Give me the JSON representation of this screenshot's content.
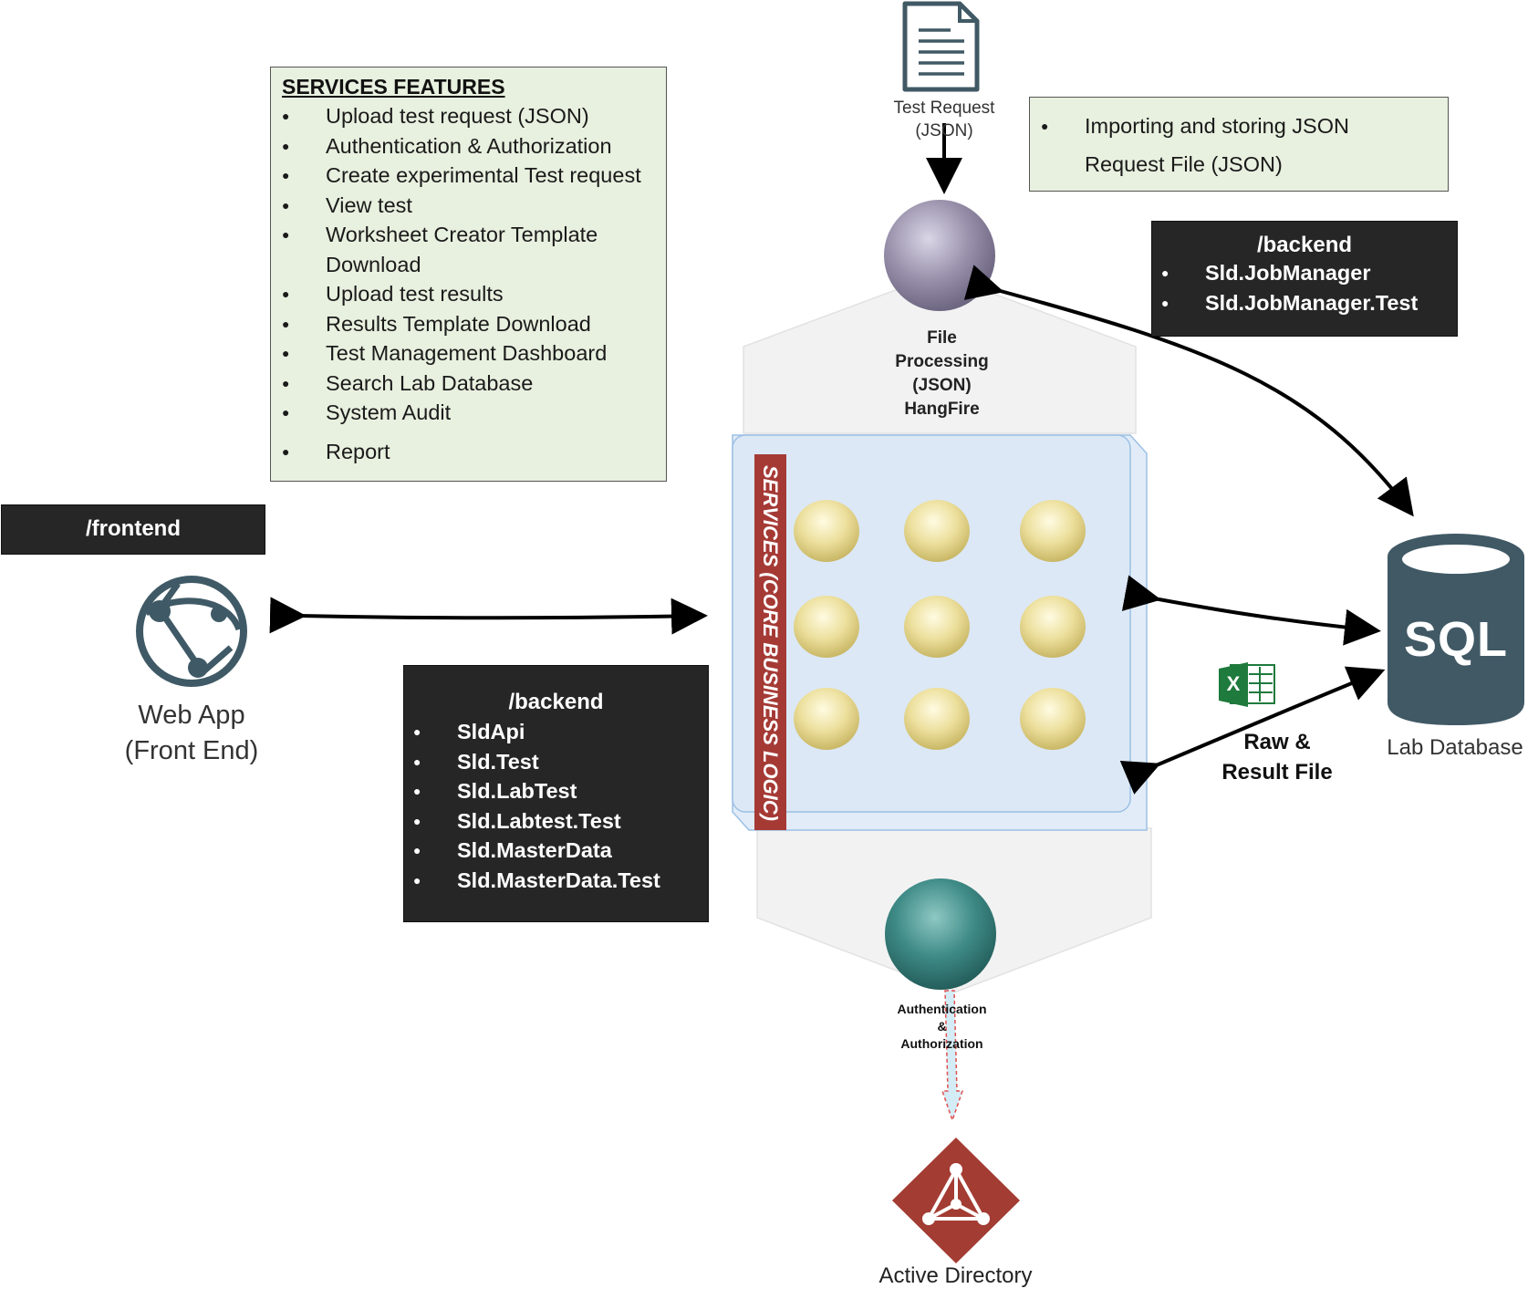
{
  "services_features": {
    "title": "SERVICES FEATURES",
    "items": [
      "Upload test request (JSON)",
      "Authentication & Authorization",
      "Create experimental Test request",
      "View test",
      "Worksheet Creator Template Download",
      "Upload test results",
      "Results Template Download",
      "Test Management Dashboard",
      "Search Lab Database",
      "System Audit",
      "Report"
    ]
  },
  "import_note": {
    "line1": "Importing and storing JSON",
    "line2": "Request File (JSON)"
  },
  "backend_jobmanager": {
    "heading": "/backend",
    "items": [
      "Sld.JobManager",
      "Sld.JobManager.Test"
    ]
  },
  "frontend": {
    "heading": "/frontend"
  },
  "backend_api": {
    "heading": "/backend",
    "items": [
      "SldApi",
      "Sld.Test",
      "Sld.LabTest",
      "Sld.Labtest.Test",
      "Sld.MasterData",
      "Sld.MasterData.Test"
    ]
  },
  "test_request": {
    "line1": "Test Request",
    "line2": "(JSON)"
  },
  "file_processing": {
    "line1": "File",
    "line2": "Processing",
    "line3": "(JSON)",
    "line4": "HangFire"
  },
  "services_core": {
    "label": "SERVICES (CORE BUSINESS LOGIC)"
  },
  "web_app": {
    "line1": "Web App",
    "line2": "(Front End)"
  },
  "sql": {
    "icon_text": "SQL",
    "caption": "Lab Database"
  },
  "raw_result": {
    "line1": "Raw &",
    "line2": "Result File",
    "icon_letter": "X"
  },
  "auth": {
    "line1": "Authentication",
    "line2": "&",
    "line3": "Authorization"
  },
  "active_directory": {
    "caption": "Active Directory"
  },
  "colors": {
    "feature_box_bg": "#e8f0df",
    "dark_box_bg": "#262626",
    "services_bar": "#a53a35",
    "sql_cylinder": "#405965",
    "ad_diamond": "#a33c33",
    "excel_green": "#1f7a3d",
    "webapp_icon": "#3f5a66"
  }
}
